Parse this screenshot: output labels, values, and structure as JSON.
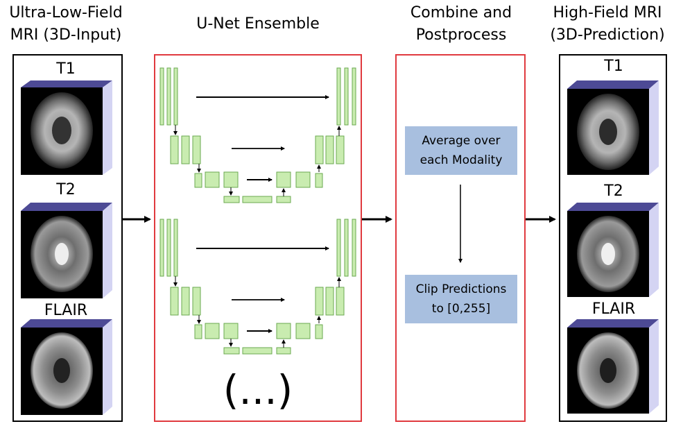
{
  "colors": {
    "block_fill": "#c9ecb0",
    "block_stroke": "#6aa84f",
    "ensemble_border": "#e0393e",
    "step_fill": "#a8bfdf",
    "cube_side": "#d4d4f3",
    "cube_top": "#4d4a95"
  },
  "input": {
    "title_line1": "Ultra-Low-Field",
    "title_line2": "MRI (3D-Input)",
    "modalities": [
      "T1",
      "T2",
      "FLAIR"
    ]
  },
  "ensemble": {
    "title": "U-Net Ensemble",
    "ellipsis": "(...)"
  },
  "combine": {
    "title_line1": "Combine and",
    "title_line2": "Postprocess",
    "step1_line1": "Average over",
    "step1_line2": "each Modality",
    "step2_line1": "Clip Predictions",
    "step2_line2": "to [0,255]"
  },
  "output": {
    "title_line1": "High-Field MRI",
    "title_line2": "(3D-Prediction)",
    "modalities": [
      "T1",
      "T2",
      "FLAIR"
    ]
  }
}
